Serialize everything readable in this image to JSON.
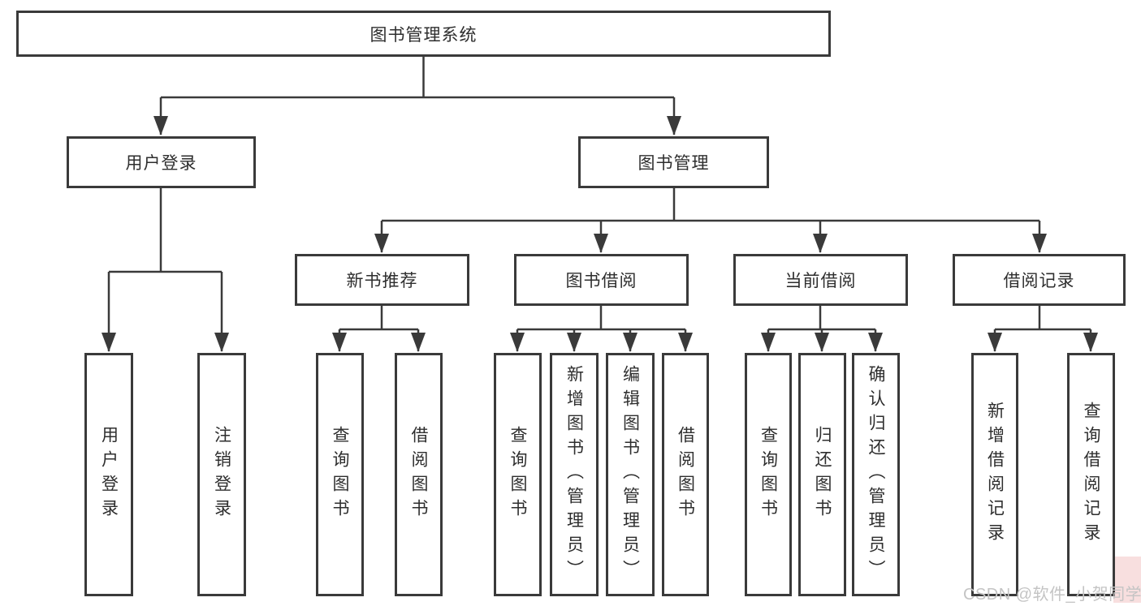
{
  "nodes": {
    "root": "图书管理系统",
    "user_login": "用户登录",
    "book_mgmt": "图书管理",
    "new_book_rec": "新书推荐",
    "book_borrowing": "图书借阅",
    "current_borrowing": "当前借阅",
    "borrowing_records": "借阅记录",
    "leaf_user_login": "用户登录",
    "leaf_logout": "注销登录",
    "leaf_query_books_rec": "查询图书",
    "leaf_borrow_books_rec": "借阅图书",
    "leaf_query_books_borrow": "查询图书",
    "leaf_add_books_admin": "新增图书（管理员）",
    "leaf_edit_books_admin": "编辑图书（管理员）",
    "leaf_borrow_books_borrow": "借阅图书",
    "leaf_query_books_current": "查询图书",
    "leaf_return_books": "归还图书",
    "leaf_confirm_return_admin": "确认归还（管理员）",
    "leaf_add_borrow_record": "新增借阅记录",
    "leaf_query_borrow_record": "查询借阅记录"
  },
  "structure": {
    "root": [
      "user_login",
      "book_mgmt"
    ],
    "user_login": [
      "leaf_user_login",
      "leaf_logout"
    ],
    "book_mgmt": [
      "new_book_rec",
      "book_borrowing",
      "current_borrowing",
      "borrowing_records"
    ],
    "new_book_rec": [
      "leaf_query_books_rec",
      "leaf_borrow_books_rec"
    ],
    "book_borrowing": [
      "leaf_query_books_borrow",
      "leaf_add_books_admin",
      "leaf_edit_books_admin",
      "leaf_borrow_books_borrow"
    ],
    "current_borrowing": [
      "leaf_query_books_current",
      "leaf_return_books",
      "leaf_confirm_return_admin"
    ],
    "borrowing_records": [
      "leaf_add_borrow_record",
      "leaf_query_borrow_record"
    ]
  },
  "watermark": {
    "text": "CSDN @软件_小贺同学"
  },
  "colors": {
    "line_color": "#3a3a3a",
    "box_background": "#ffffff",
    "watermark_text": "#c4c4c4",
    "watermark_highlight": "#f8dfdf"
  }
}
